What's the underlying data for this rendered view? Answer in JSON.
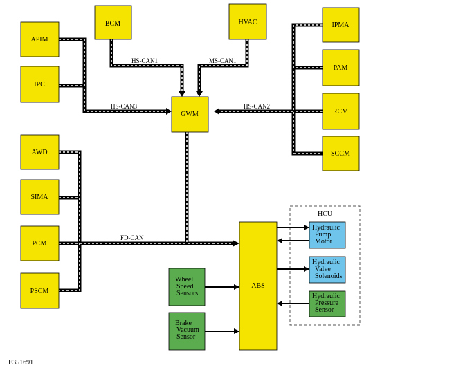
{
  "colors": {
    "module": "#f5e400",
    "hydraulic": "#6ec4ea",
    "sensor": "#5aac4f",
    "bus_line": "#000000",
    "bus_dash": "#ffffff"
  },
  "modules": {
    "apim": "APIM",
    "ipc": "IPC",
    "bcm": "BCM",
    "hvac": "HVAC",
    "gwm": "GWM",
    "ipma": "IPMA",
    "pam": "PAM",
    "rcm": "RCM",
    "sccm": "SCCM",
    "awd": "AWD",
    "sima": "SIMA",
    "pcm": "PCM",
    "pscm": "PSCM",
    "abs": "ABS"
  },
  "buses": {
    "hs_can1": "HS-CAN1",
    "ms_can1": "MS-CAN1",
    "hs_can3": "HS-CAN3",
    "hs_can2": "HS-CAN2",
    "fd_can": "FD-CAN"
  },
  "hcu": {
    "label": "HCU",
    "pump": [
      "Hydraulic",
      "Pump",
      "Motor"
    ],
    "valve": [
      "Hydraulic",
      "Valve",
      "Solenoids"
    ],
    "pressure": [
      "Hydraulic",
      "Pressure",
      "Sensor"
    ]
  },
  "sensors": {
    "wheel_speed": [
      "Wheel",
      "Speed",
      "Sensors"
    ],
    "brake_vacuum": [
      "Brake",
      "Vacuum",
      "Sensor"
    ]
  },
  "figure_ref": "E351691"
}
